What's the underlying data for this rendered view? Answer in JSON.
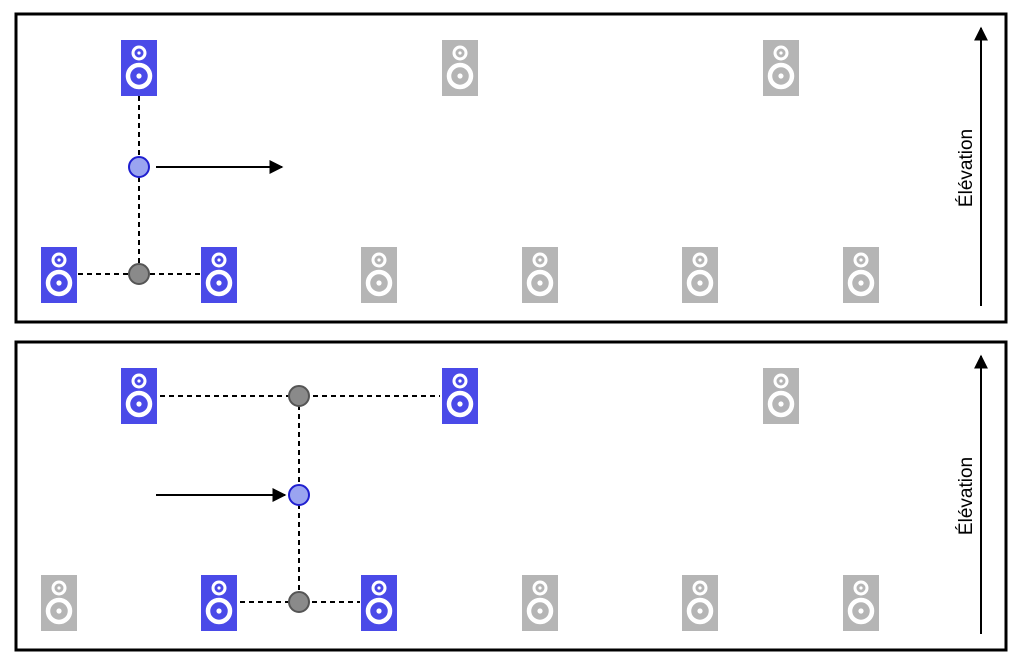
{
  "colors": {
    "active_speaker": "#4a4ae8",
    "inactive_speaker": "#b5b5b5",
    "virtual_source_fill": "#9aa4f0",
    "virtual_source_stroke": "#1f1fd0",
    "phantom_node_fill": "#8a8a8a",
    "phantom_node_stroke": "#555555",
    "frame": "#000000"
  },
  "icons": {
    "speaker": "speaker-icon"
  },
  "panels": [
    {
      "name": "panel-top",
      "axis_label": "Élévation",
      "speakers": [
        {
          "row": "upper",
          "col": 1,
          "active": true
        },
        {
          "row": "upper",
          "col": 3,
          "active": false
        },
        {
          "row": "upper",
          "col": 5,
          "active": false
        },
        {
          "row": "lower",
          "col": 0,
          "active": true
        },
        {
          "row": "lower",
          "col": 1,
          "active": true
        },
        {
          "row": "lower",
          "col": 2,
          "active": false
        },
        {
          "row": "lower",
          "col": 3,
          "active": false
        },
        {
          "row": "lower",
          "col": 4,
          "active": false
        },
        {
          "row": "lower",
          "col": 5,
          "active": false
        }
      ]
    },
    {
      "name": "panel-bottom",
      "axis_label": "Élévation",
      "speakers": [
        {
          "row": "upper",
          "col": 1,
          "active": true
        },
        {
          "row": "upper",
          "col": 3,
          "active": true
        },
        {
          "row": "upper",
          "col": 5,
          "active": false
        },
        {
          "row": "lower",
          "col": 0,
          "active": false
        },
        {
          "row": "lower",
          "col": 1,
          "active": true
        },
        {
          "row": "lower",
          "col": 2,
          "active": true
        },
        {
          "row": "lower",
          "col": 3,
          "active": false
        },
        {
          "row": "lower",
          "col": 4,
          "active": false
        },
        {
          "row": "lower",
          "col": 5,
          "active": false
        }
      ]
    }
  ]
}
